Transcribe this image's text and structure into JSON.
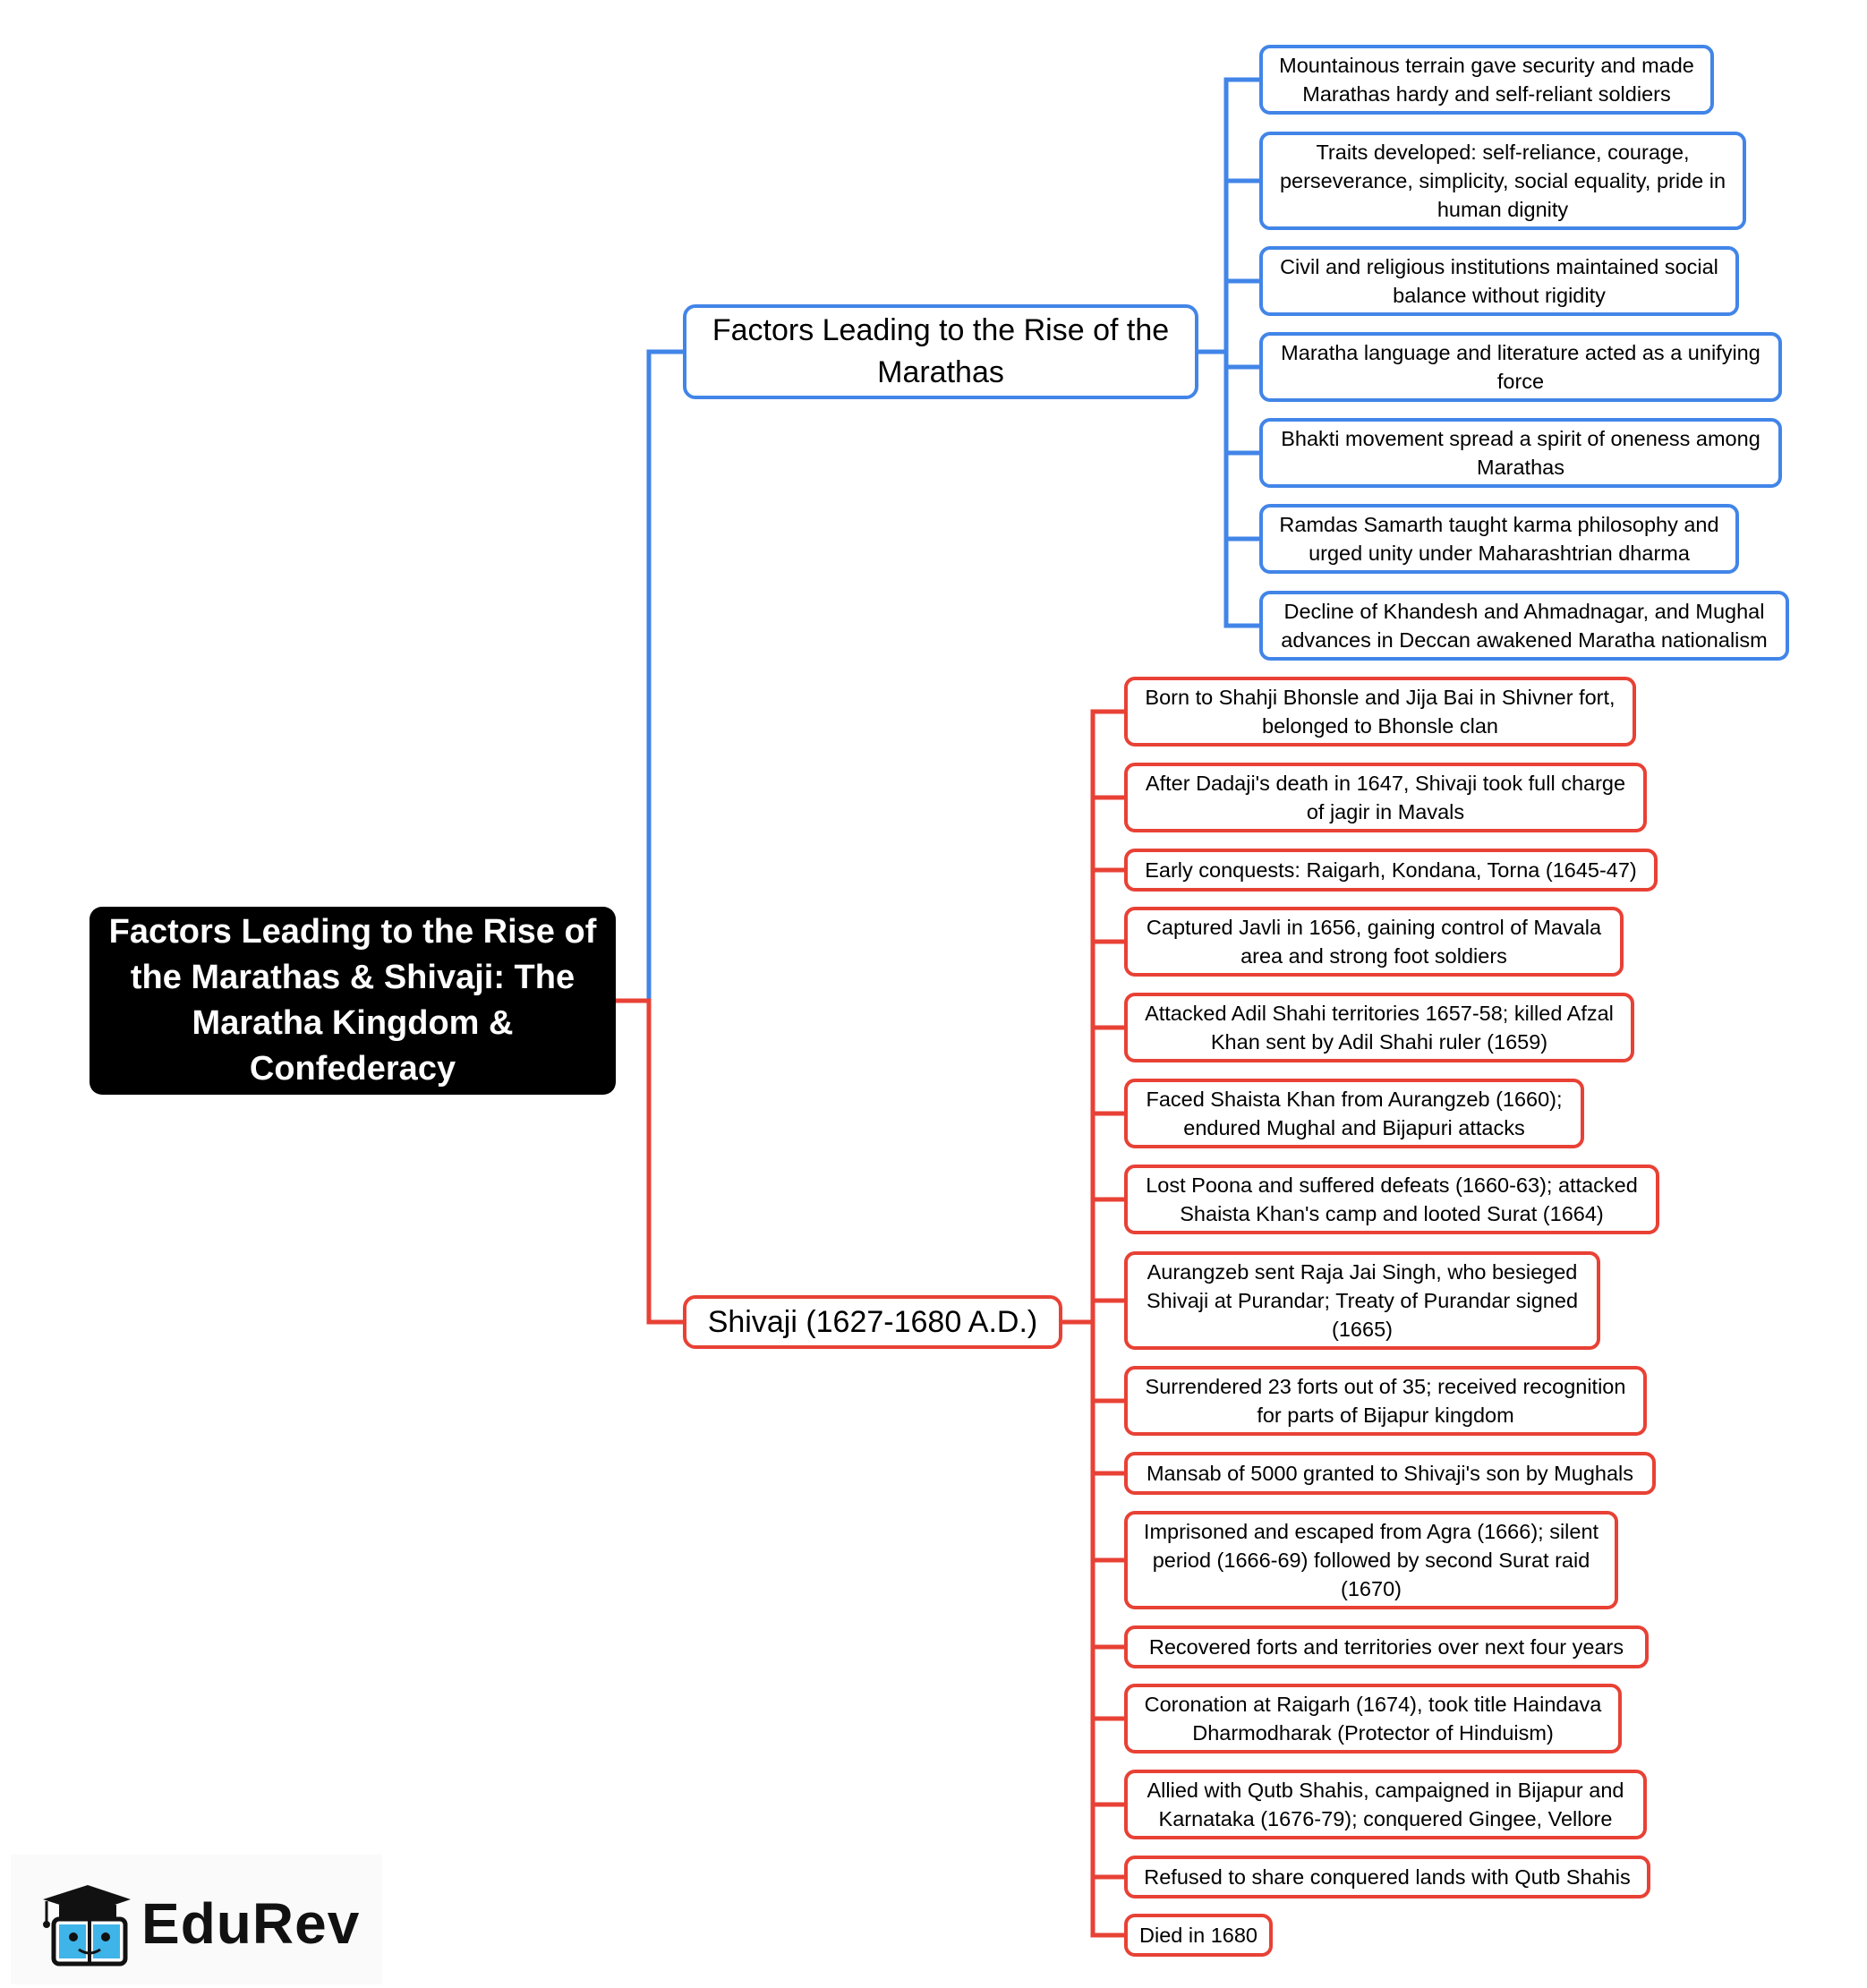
{
  "root": {
    "title": "Factors Leading to the Rise of the Marathas & Shivaji: The Maratha Kingdom & Confederacy"
  },
  "branches": [
    {
      "label": "Factors Leading to the Rise of the Marathas",
      "color": "#4285e8",
      "items": [
        "Mountainous terrain gave security and made Marathas hardy and self-reliant soldiers",
        "Traits developed: self-reliance, courage, perseverance, simplicity, social equality, pride in human dignity",
        "Civil and religious institutions maintained social balance without rigidity",
        "Maratha language and literature acted as a unifying force",
        "Bhakti movement spread a spirit of oneness among Marathas",
        "Ramdas Samarth taught karma philosophy and urged unity under Maharashtrian dharma",
        "Decline of Khandesh and Ahmadnagar, and Mughal advances in Deccan awakened Maratha nationalism"
      ]
    },
    {
      "label": "Shivaji (1627-1680 A.D.)",
      "color": "#e84135",
      "items": [
        "Born to Shahji Bhonsle and Jija Bai in Shivner fort, belonged to Bhonsle clan",
        "After Dadaji's death in 1647, Shivaji took full charge of jagir in Mavals",
        "Early conquests: Raigarh, Kondana, Torna (1645-47)",
        "Captured Javli in 1656, gaining control of Mavala area and strong foot soldiers",
        "Attacked Adil Shahi territories 1657-58; killed Afzal Khan sent by Adil Shahi ruler (1659)",
        "Faced Shaista Khan from Aurangzeb (1660); endured Mughal and Bijapuri attacks",
        "Lost Poona and suffered defeats (1660-63); attacked Shaista Khan's camp and looted Surat (1664)",
        "Aurangzeb sent Raja Jai Singh, who besieged Shivaji at Purandar; Treaty of Purandar signed (1665)",
        "Surrendered 23 forts out of 35; received recognition for parts of Bijapur kingdom",
        "Mansab of 5000 granted to Shivaji's son by Mughals",
        "Imprisoned and escaped from Agra (1666); silent period (1666-69) followed by second Surat raid (1670)",
        "Recovered forts and territories over next four years",
        "Coronation at Raigarh (1674), took title Haindava Dharmodharak (Protector of Hinduism)",
        "Allied with Qutb Shahis, campaigned in Bijapur and Karnataka (1676-79); conquered Gingee, Vellore",
        "Refused to share conquered lands with Qutb Shahis",
        "Died in 1680"
      ]
    }
  ],
  "logo": {
    "text": "EduRev",
    "icon": "graduation-cap-book-icon"
  }
}
